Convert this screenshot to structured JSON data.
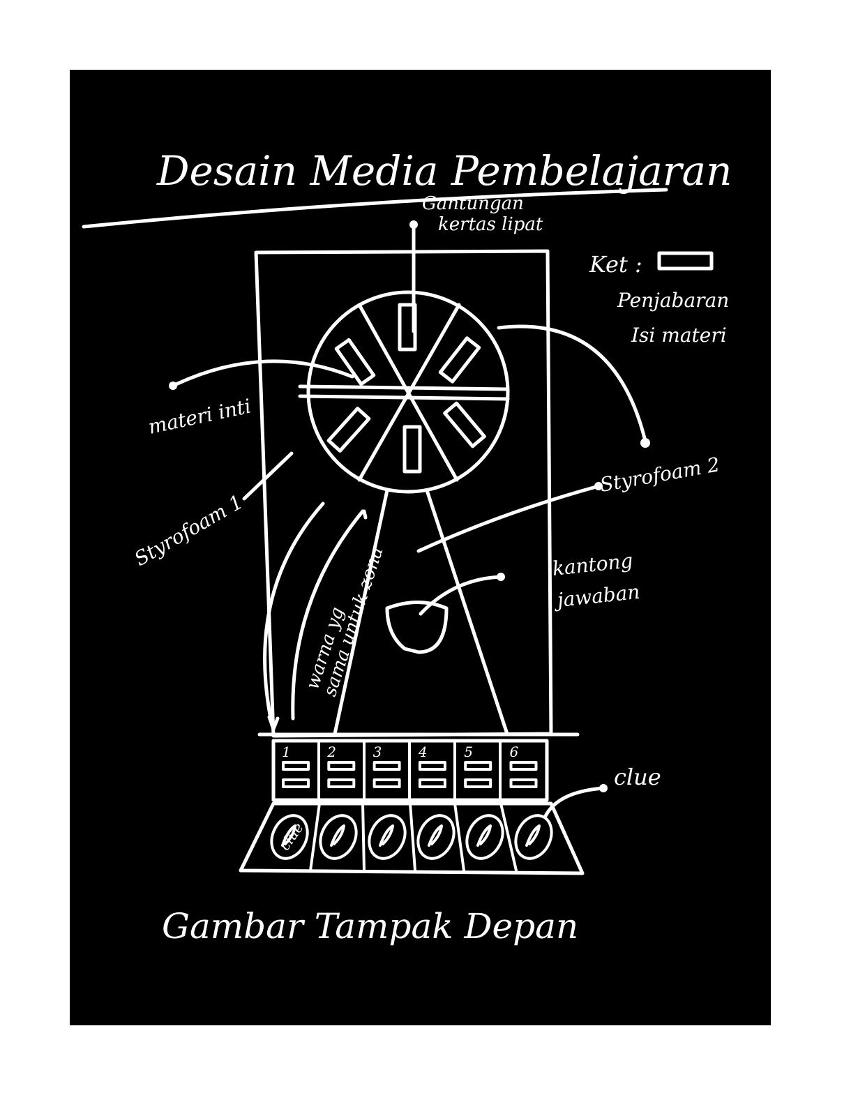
{
  "title": "Desain Media Pembelajaran",
  "caption": "Gambar Tampak Depan",
  "legend": {
    "prefix": "Ket :",
    "line1": "Penjabaran",
    "line2": "Isi materi"
  },
  "labels": {
    "gantungan_line1": "Gantungan",
    "gantungan_line2": "kertas lipat",
    "materi_inti": "materi inti",
    "styrofoam_1": "Styrofoam 1",
    "styrofoam_2": "Styrofoam 2",
    "kantong_line1": "kantong",
    "kantong_line2": "jawaban",
    "warna_line1": "warna yg",
    "warna_line2": "sama untuk zona",
    "clue": "clue"
  },
  "slot_numbers": [
    "1",
    "2",
    "3",
    "4",
    "5",
    "6"
  ],
  "clue_card_text": "clue",
  "colors": {
    "board": "#000000",
    "ink": "#ffffff",
    "page": "#ffffff"
  }
}
